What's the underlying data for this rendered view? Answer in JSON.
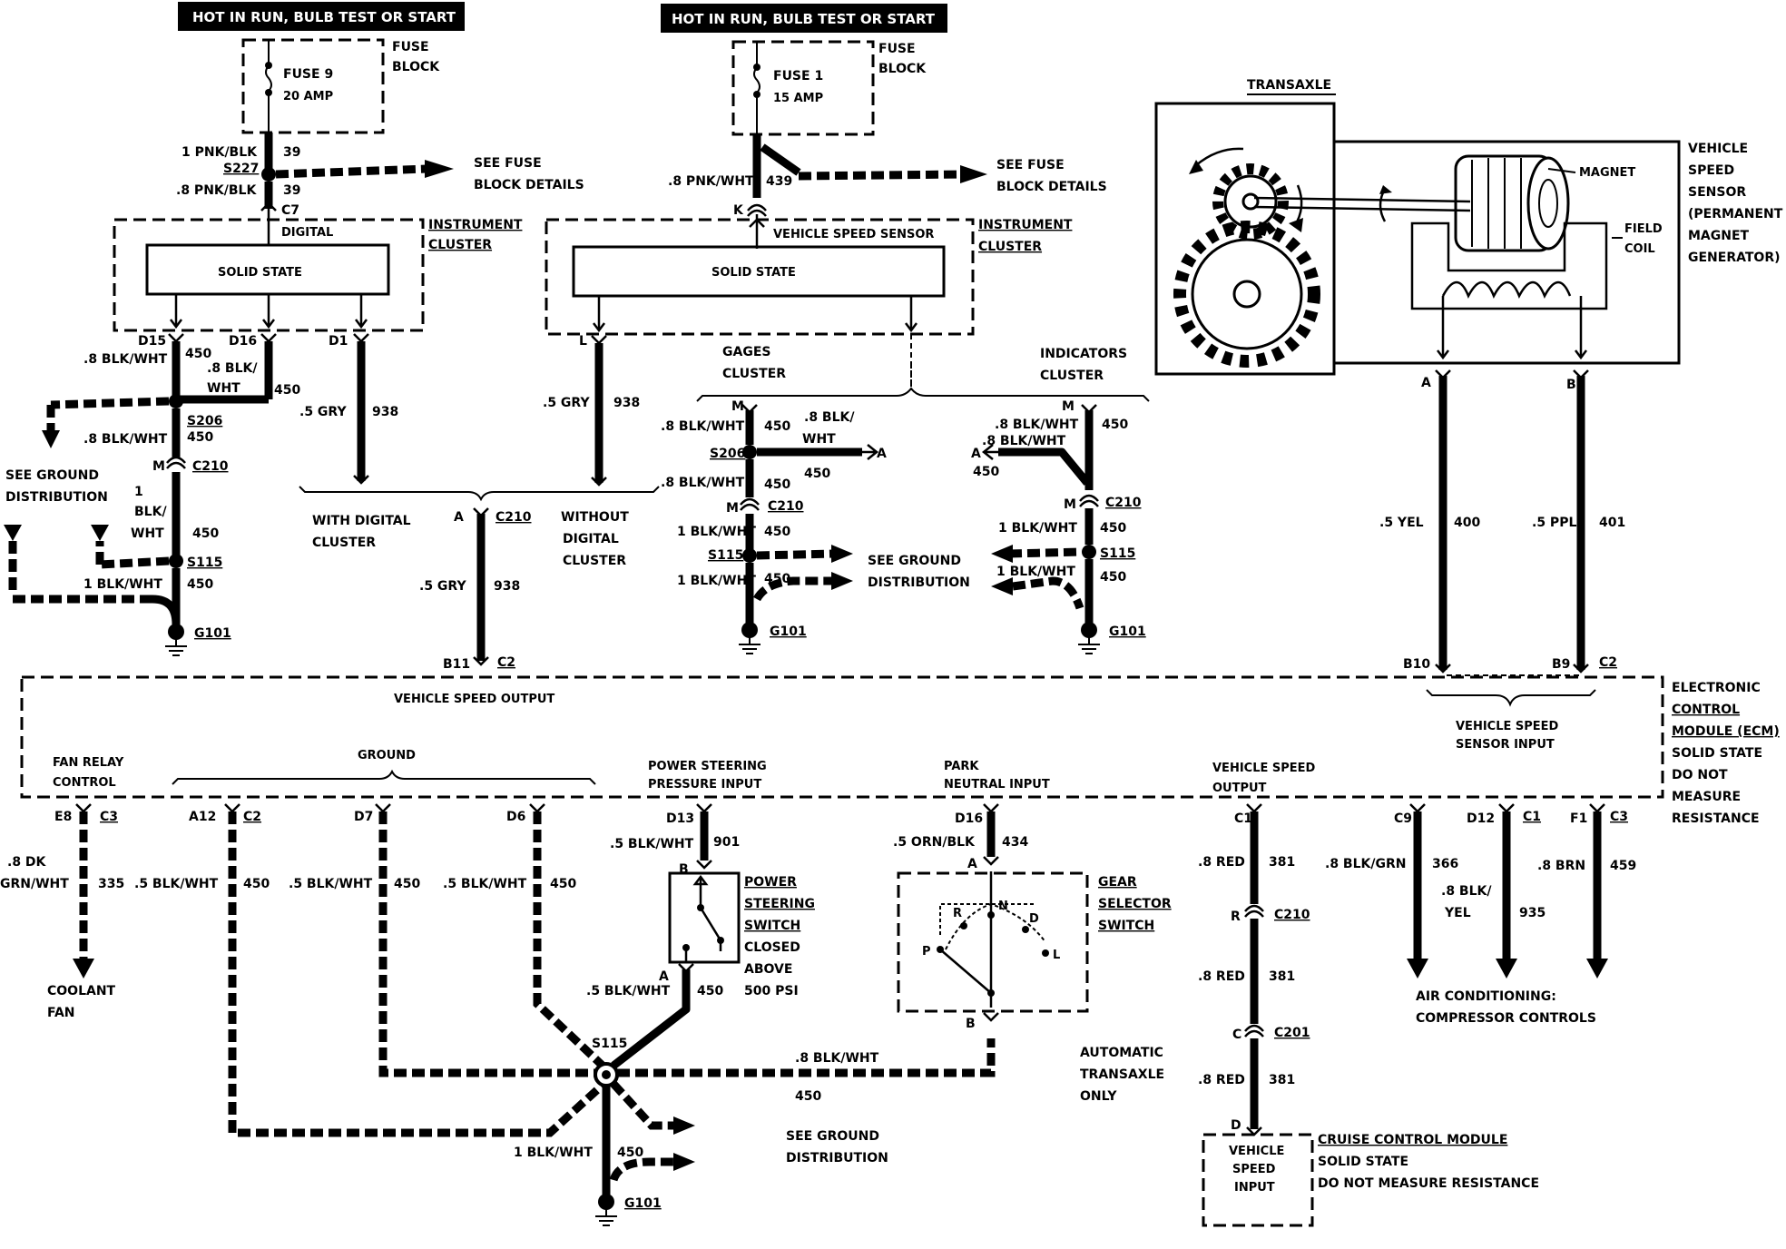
{
  "power": {
    "hot_label_left": "HOT IN RUN, BULB TEST OR START",
    "hot_label_right": "HOT IN RUN, BULB TEST OR START",
    "fuse_block_left": [
      "FUSE",
      "BLOCK"
    ],
    "fuse_block_right": [
      "FUSE",
      "BLOCK"
    ],
    "fuse9": "FUSE 9",
    "fuse9_amp": "20 AMP",
    "fuse1": "FUSE 1",
    "fuse1_amp": "15 AMP",
    "see_fuse_left": [
      "SEE FUSE",
      "BLOCK DETAILS"
    ],
    "see_fuse_right": [
      "SEE FUSE",
      "BLOCK DETAILS"
    ]
  },
  "left_cluster": {
    "w1": "1 PNK/BLK",
    "c39a": "39",
    "s227": "S227",
    "w2": ".8 PNK/BLK",
    "c39b": "39",
    "c7": "C7",
    "digital": "DIGITAL",
    "cluster_label": [
      "INSTRUMENT",
      "CLUSTER"
    ],
    "solid_state": "SOLID STATE",
    "d15": "D15",
    "d16": "D16",
    "d1": "D1",
    "w3": ".8 BLK/WHT",
    "n450a": "450",
    "w4a": ".8 BLK/",
    "w4b": "WHT",
    "n450b": "450",
    "w5": ".5 GRY",
    "n938a": "938",
    "w6": ".8 BLK/WHT",
    "s206": "S206",
    "n450c": "450",
    "m": "M",
    "c210": "C210",
    "see_ground": [
      "SEE GROUND",
      "DISTRIBUTION"
    ],
    "w7a": "1",
    "w7b": "BLK/",
    "w7c": "WHT",
    "n450d": "450",
    "s115": "S115",
    "w8": "1 BLK/WHT",
    "n450e": "450",
    "g101": "G101"
  },
  "mid_cluster": {
    "w1": ".8 PNK/WHT",
    "n439": "439",
    "k": "K",
    "vss": "VEHICLE SPEED SENSOR",
    "cluster_label": [
      "INSTRUMENT",
      "CLUSTER"
    ],
    "solid_state": "SOLID STATE",
    "l": "L",
    "w2": ".5 GRY",
    "n938": "938",
    "with_digital": [
      "WITH DIGITAL",
      "CLUSTER"
    ],
    "without_digital": [
      "WITHOUT",
      "DIGITAL",
      "CLUSTER"
    ],
    "a": "A",
    "c210": "C210",
    "w3": ".5 GRY",
    "n938b": "938",
    "b11": "B11",
    "c2": "C2"
  },
  "gages": {
    "label": [
      "GAGES",
      "CLUSTER"
    ],
    "m": "M",
    "w1": ".8 BLK/WHT",
    "n450a": "450",
    "w1b": ".8 BLK/",
    "w1c": "WHT",
    "s206": "S206",
    "n450x": "450",
    "a": "A",
    "w2": ".8 BLK/WHT",
    "n450b": "450",
    "m2": "M",
    "c210": "C210",
    "w3": "1 BLK/WHT",
    "n450c": "450",
    "s115": "S115",
    "w4": "1 BLK/WHT",
    "n450d": "450",
    "g101": "G101",
    "see_ground": [
      "SEE GROUND",
      "DISTRIBUTION"
    ]
  },
  "indicators": {
    "label": [
      "INDICATORS",
      "CLUSTER"
    ],
    "m": "M",
    "w1": ".8 BLK/WHT",
    "n450a": "450",
    "a": "A",
    "w1b": ".8 BLK/WHT",
    "n450b": "450",
    "m2": "M",
    "c210": "C210",
    "w2": "1 BLK/WHT",
    "n450c": "450",
    "s115": "S115",
    "w3": "1 BLK/WHT",
    "n450d": "450",
    "g101": "G101"
  },
  "transaxle": {
    "label": "TRANSAXLE",
    "magnet": "MAGNET",
    "field_coil": [
      "FIELD",
      "COIL"
    ],
    "vss_label": [
      "VEHICLE",
      "SPEED",
      "SENSOR",
      "(PERMANENT",
      "MAGNET",
      "GENERATOR)"
    ],
    "a": "A",
    "b": "B",
    "w1": ".5 YEL",
    "n400": "400",
    "w2": ".5 PPL",
    "n401": "401",
    "b10": "B10",
    "b9": "B9",
    "c2": "C2"
  },
  "ecm": {
    "vehicle_speed_output": "VEHICLE SPEED OUTPUT",
    "vss_input": [
      "VEHICLE SPEED",
      "SENSOR INPUT"
    ],
    "label": [
      "ELECTRONIC",
      "CONTROL",
      "MODULE (ECM)",
      "SOLID STATE",
      "DO NOT",
      "MEASURE",
      "RESISTANCE"
    ],
    "fan_relay": [
      "FAN RELAY",
      "CONTROL"
    ],
    "ground": "GROUND",
    "ps_input": [
      "POWER STEERING",
      "PRESSURE INPUT"
    ],
    "pn_input": [
      "PARK",
      "NEUTRAL INPUT"
    ],
    "vs_output": [
      "VEHICLE SPEED",
      "OUTPUT"
    ]
  },
  "bottom": {
    "e8": "E8",
    "c3a": "C3",
    "w_fan_a": ".8 DK",
    "w_fan_b": "GRN/WHT",
    "n335": "335",
    "coolant": [
      "COOLANT",
      "FAN"
    ],
    "a12": "A12",
    "c2": "C2",
    "w_a12": ".5 BLK/WHT",
    "n450_a12": "450",
    "d7": "D7",
    "w_d7": ".5 BLK/WHT",
    "n450_d7": "450",
    "d6": "D6",
    "w_d6": ".5 BLK/WHT",
    "n450_d6": "450",
    "d13": "D13",
    "w_d13": ".5 BLK/WHT",
    "n901": "901",
    "b": "B",
    "ps_switch": [
      "POWER",
      "STEERING",
      "SWITCH",
      "CLOSED",
      "ABOVE",
      "500 PSI"
    ],
    "a": "A",
    "w_ps": ".5 BLK/WHT",
    "n450_ps": "450",
    "s115": "S115",
    "w_gs": ".8 BLK/WHT",
    "n450_gs": "450",
    "w_g": "1 BLK/WHT",
    "n450_g": "450",
    "g101": "G101",
    "see_ground": [
      "SEE GROUND",
      "DISTRIBUTION"
    ],
    "d16": "D16",
    "w_d16": ".5 ORN/BLK",
    "n434": "434",
    "ga": "A",
    "gear_selector": [
      "GEAR",
      "SELECTOR",
      "SWITCH"
    ],
    "gear_r": "R",
    "gear_n": "N",
    "gear_d": "D",
    "gear_p": "P",
    "gear_l": "L",
    "gb": "B",
    "auto_only": [
      "AUTOMATIC",
      "TRANSAXLE",
      "ONLY"
    ],
    "c1": "C1",
    "w_c1": ".8 RED",
    "n381a": "381",
    "r": "R",
    "c210": "C210",
    "w_c1b": ".8 RED",
    "n381b": "381",
    "c": "C",
    "c201": "C201",
    "w_c1c": ".8 RED",
    "n381c": "381",
    "d": "D",
    "ccm_box": [
      "VEHICLE",
      "SPEED",
      "INPUT"
    ],
    "ccm_label": [
      "CRUISE CONTROL MODULE",
      "SOLID STATE",
      "DO NOT MEASURE RESISTANCE"
    ],
    "c9": "C9",
    "w_c9": ".8 BLK/GRN",
    "n366": "366",
    "d12": "D12",
    "c1b": "C1",
    "w_d12a": ".8 BLK/",
    "w_d12b": "YEL",
    "n935": "935",
    "f1": "F1",
    "c3b": "C3",
    "w_f1": ".8 BRN",
    "n459": "459",
    "ac": [
      "AIR CONDITIONING:",
      "COMPRESSOR CONTROLS"
    ]
  }
}
